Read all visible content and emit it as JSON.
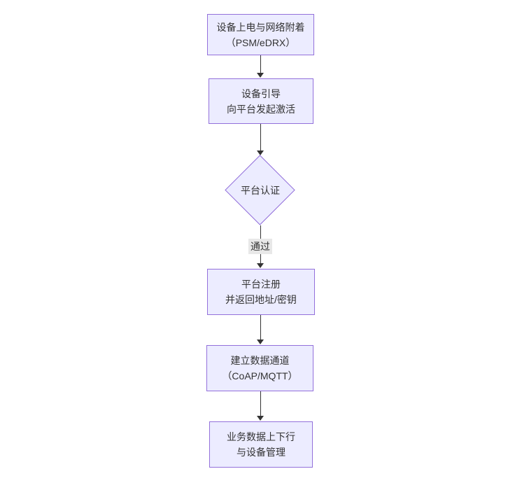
{
  "diagram": {
    "type": "flowchart",
    "direction": "top-down",
    "colors": {
      "background": "#ffffff",
      "node_fill": "#ececff",
      "node_border": "#9370db",
      "edge_color": "#333333",
      "text_color": "#333333",
      "edge_label_bg": "#e8e8e8"
    },
    "nodes": [
      {
        "id": "power-attach",
        "shape": "rect",
        "lines": [
          "设备上电与网络附着",
          "（PSM/eDRX）"
        ]
      },
      {
        "id": "bootstrap",
        "shape": "rect",
        "lines": [
          "设备引导",
          "向平台发起激活"
        ]
      },
      {
        "id": "platform-auth",
        "shape": "diamond",
        "lines": [
          "平台认证"
        ]
      },
      {
        "id": "platform-register",
        "shape": "rect",
        "lines": [
          "平台注册",
          "并返回地址/密钥"
        ]
      },
      {
        "id": "data-channel",
        "shape": "rect",
        "lines": [
          "建立数据通道",
          "（CoAP/MQTT）"
        ]
      },
      {
        "id": "business-data",
        "shape": "rect",
        "lines": [
          "业务数据上下行",
          "与设备管理"
        ]
      }
    ],
    "edges": [
      {
        "from": "power-attach",
        "to": "bootstrap",
        "label": ""
      },
      {
        "from": "bootstrap",
        "to": "platform-auth",
        "label": ""
      },
      {
        "from": "platform-auth",
        "to": "platform-register",
        "label": "通过"
      },
      {
        "from": "platform-register",
        "to": "data-channel",
        "label": ""
      },
      {
        "from": "data-channel",
        "to": "business-data",
        "label": ""
      }
    ]
  }
}
